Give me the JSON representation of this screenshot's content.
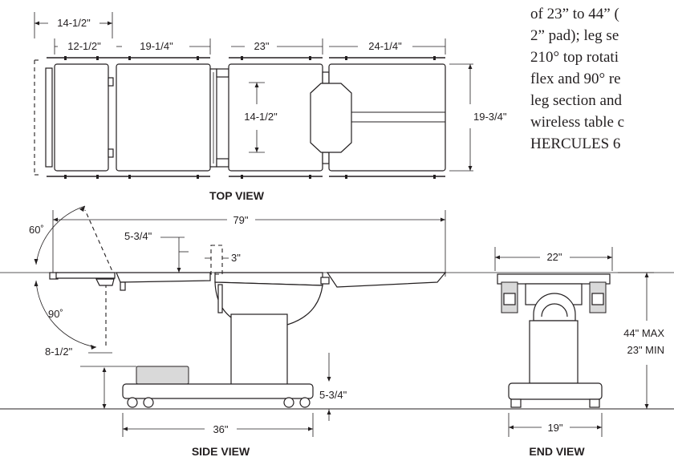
{
  "body_text": {
    "lines": [
      "of 23” to 44” (",
      "2” pad); leg se",
      "210° top rotati",
      "flex and 90° re",
      "leg section and",
      "wireless table c",
      "HERCULES 6"
    ]
  },
  "top_view": {
    "title": "TOP VIEW",
    "dims": {
      "head_overall": "14-1/2\"",
      "head_section": "12-1/2\"",
      "back_section": "19-1/4\"",
      "seat_section": "23\"",
      "leg_section": "24-1/4\"",
      "inner_width": "14-1/2\"",
      "width": "19-3/4\""
    }
  },
  "side_view": {
    "title": "SIDE VIEW",
    "dims": {
      "head_up_angle": "60˚",
      "head_down_angle": "90˚",
      "overall_length": "79\"",
      "pad_height": "5-3/4\"",
      "column_offset": "3\"",
      "head_drop": "8-1/2\"",
      "base_height": "5-3/4\"",
      "base_length": "36\""
    }
  },
  "end_view": {
    "title": "END VIEW",
    "dims": {
      "top_width": "22\"",
      "height_max": "44\" MAX",
      "height_min": "23\" MIN",
      "base_width": "19\""
    }
  }
}
